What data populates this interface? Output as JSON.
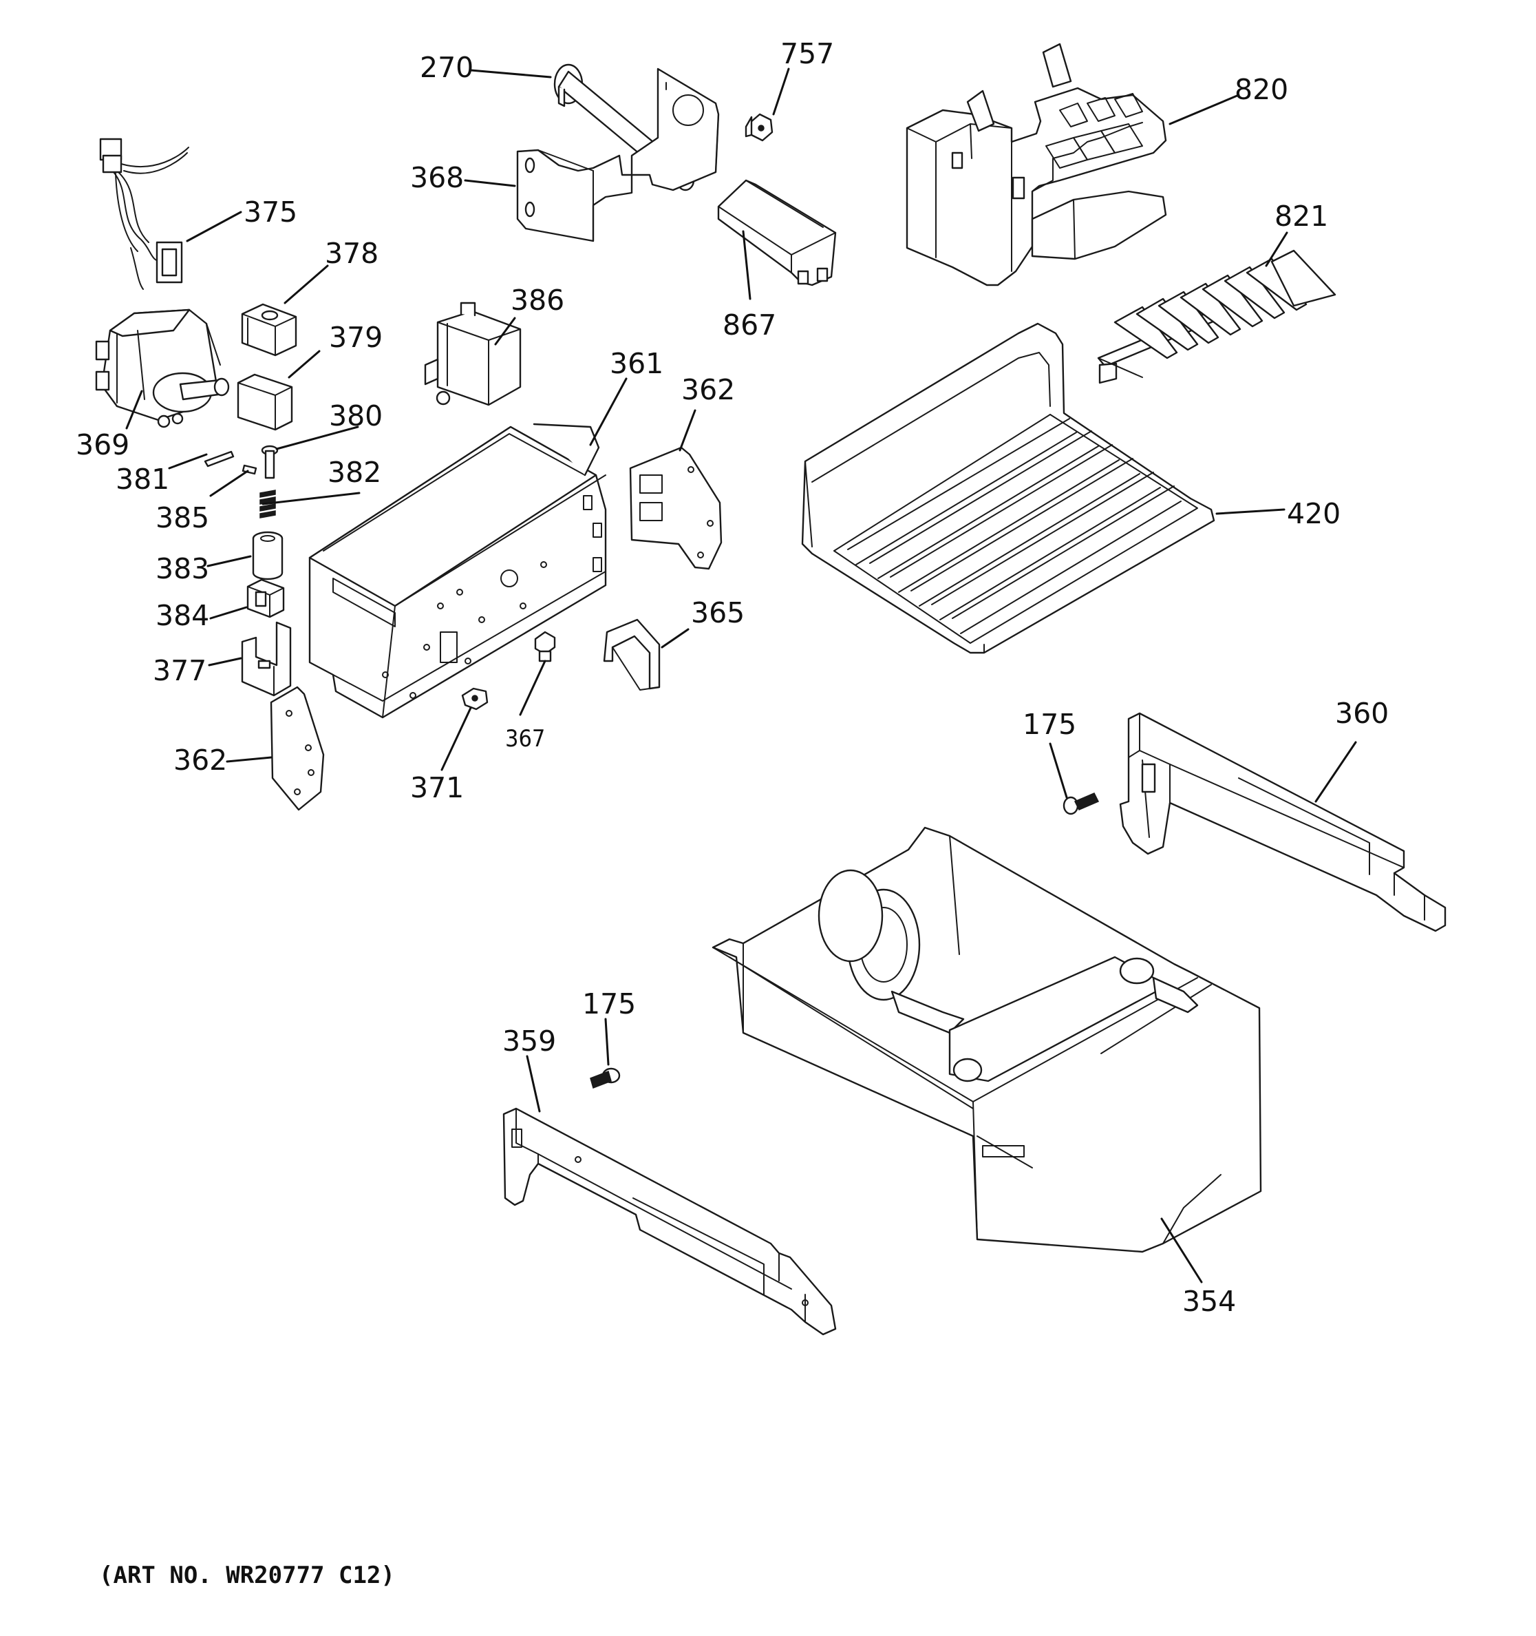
{
  "callouts": {
    "c270": "270",
    "c757": "757",
    "c820": "820",
    "c368": "368",
    "c375": "375",
    "c821": "821",
    "c378": "378",
    "c386": "386",
    "c867": "867",
    "c379": "379",
    "c361": "361",
    "c362a": "362",
    "c380": "380",
    "c369": "369",
    "c381": "381",
    "c382": "382",
    "c420": "420",
    "c385": "385",
    "c383": "383",
    "c365": "365",
    "c384": "384",
    "c377": "377",
    "c175a": "175",
    "c360": "360",
    "c367": "367",
    "c362b": "362",
    "c371": "371",
    "c175b": "175",
    "c359": "359",
    "c354": "354"
  },
  "footer": {
    "art_number": "(ART NO. WR20777 C12)"
  }
}
